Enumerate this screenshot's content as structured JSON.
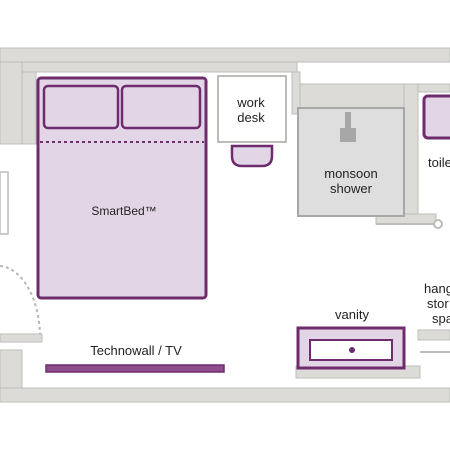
{
  "labels": {
    "work_desk_line1": "work",
    "work_desk_line2": "desk",
    "bed": "SmartBed™",
    "monsoon_line1": "monsoon",
    "monsoon_line2": "shower",
    "toilet": "toile",
    "vanity": "vanity",
    "hanging_line1": "hang",
    "hanging_line2": "stor",
    "hanging_line3": "spa",
    "technowall": "Technowall / TV"
  },
  "colors": {
    "wall": "#dcdbd8",
    "wall_outline": "#bdbcb8",
    "furniture_fill": "#e2d6e6",
    "furniture_stroke": "#6e2b6e",
    "shower_fill": "#dedede",
    "shower_stroke": "#a7a7a7",
    "text": "#222222"
  }
}
